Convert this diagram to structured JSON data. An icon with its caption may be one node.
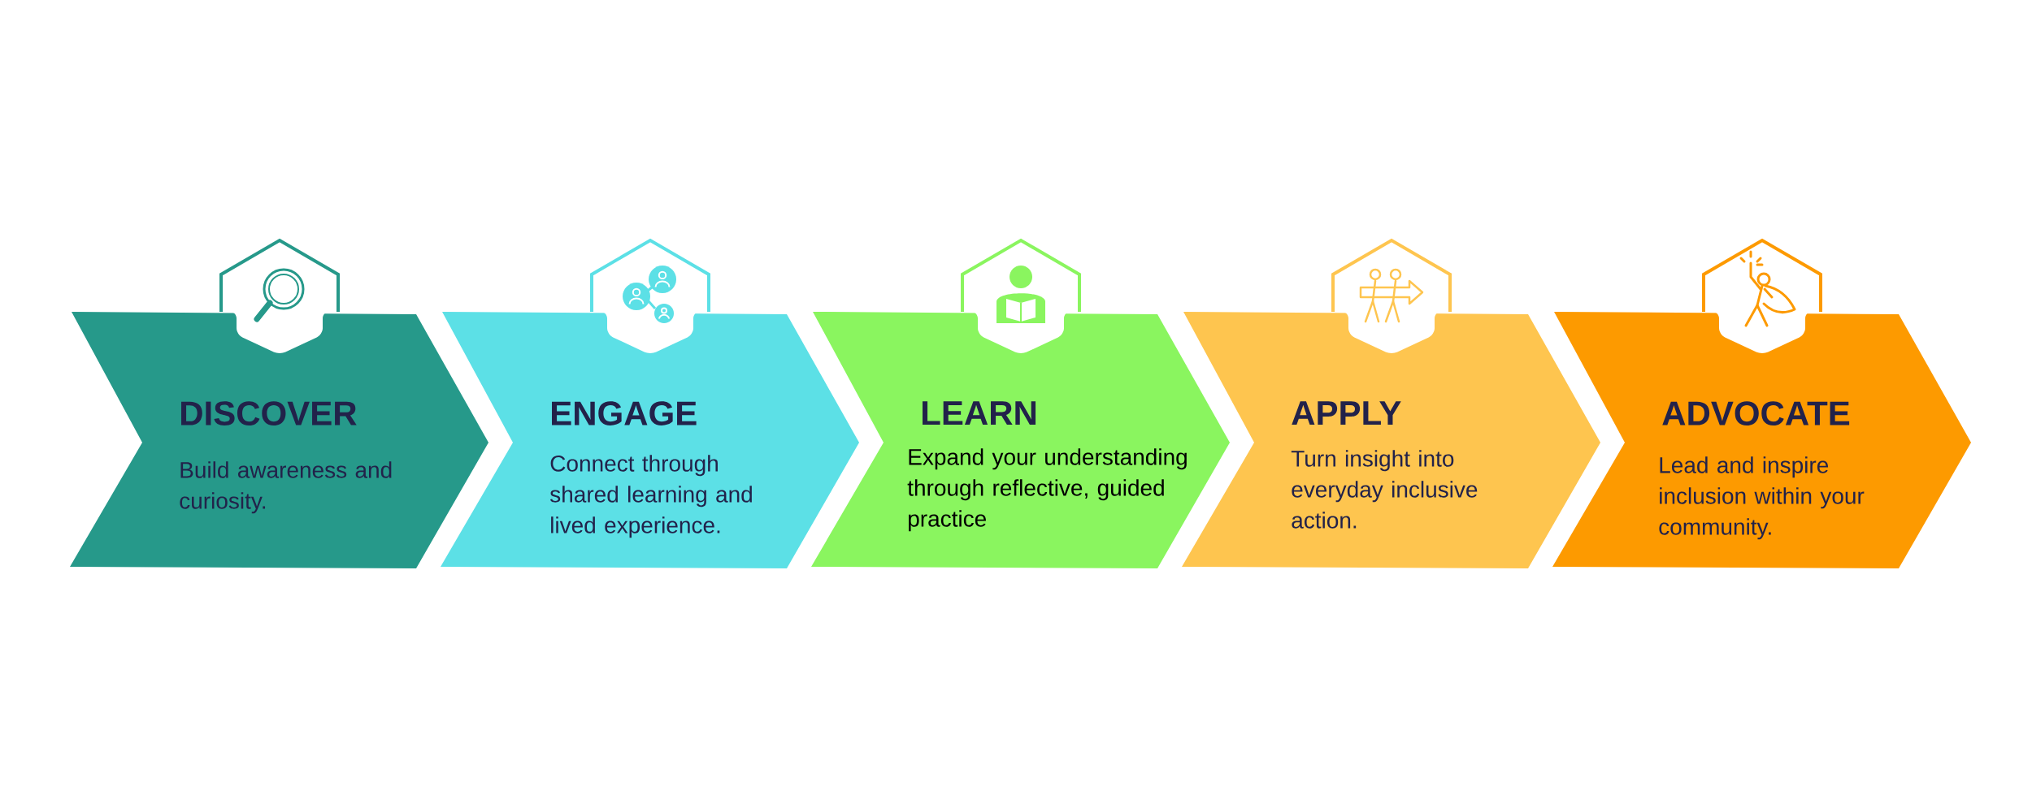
{
  "diagram": {
    "nodes": [
      {
        "text": [
          "DISCOVER",
          "Build awareness and curiosity."
        ]
      },
      {
        "text": [
          "ENGAGE",
          "Connect through shared learning and lived experience."
        ]
      },
      {
        "text": [
          "LEARN",
          "Expand your understanding through reflective, guided practice"
        ]
      },
      {
        "text": [
          "APPLY",
          "Turn insight into everyday inclusive action."
        ]
      },
      {
        "text": [
          "ADVOCATE",
          "Lead and inspire inclusion within your community."
        ]
      }
    ]
  }
}
